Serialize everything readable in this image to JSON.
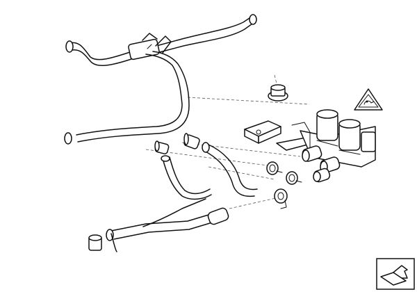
{
  "diagram": {
    "parts": [
      {
        "id": "upper-hose-assembly",
        "icon": "y-hose"
      },
      {
        "id": "lower-hose-assembly",
        "icon": "y-hose"
      },
      {
        "id": "rubber-grommet",
        "icon": "grommet"
      },
      {
        "id": "warning-triangle",
        "icon": "hot-surface-warning-icon"
      },
      {
        "id": "water-valve-unit",
        "icon": "dual-solenoid-valve"
      },
      {
        "id": "mounting-bracket",
        "icon": "bracket"
      },
      {
        "id": "hose-clamps",
        "icon": "clamp"
      },
      {
        "id": "corner-arrow",
        "icon": "navigation-arrow-icon"
      }
    ],
    "colors": {
      "stroke": "#111111",
      "background": "#ffffff",
      "leader": "#555555"
    }
  }
}
